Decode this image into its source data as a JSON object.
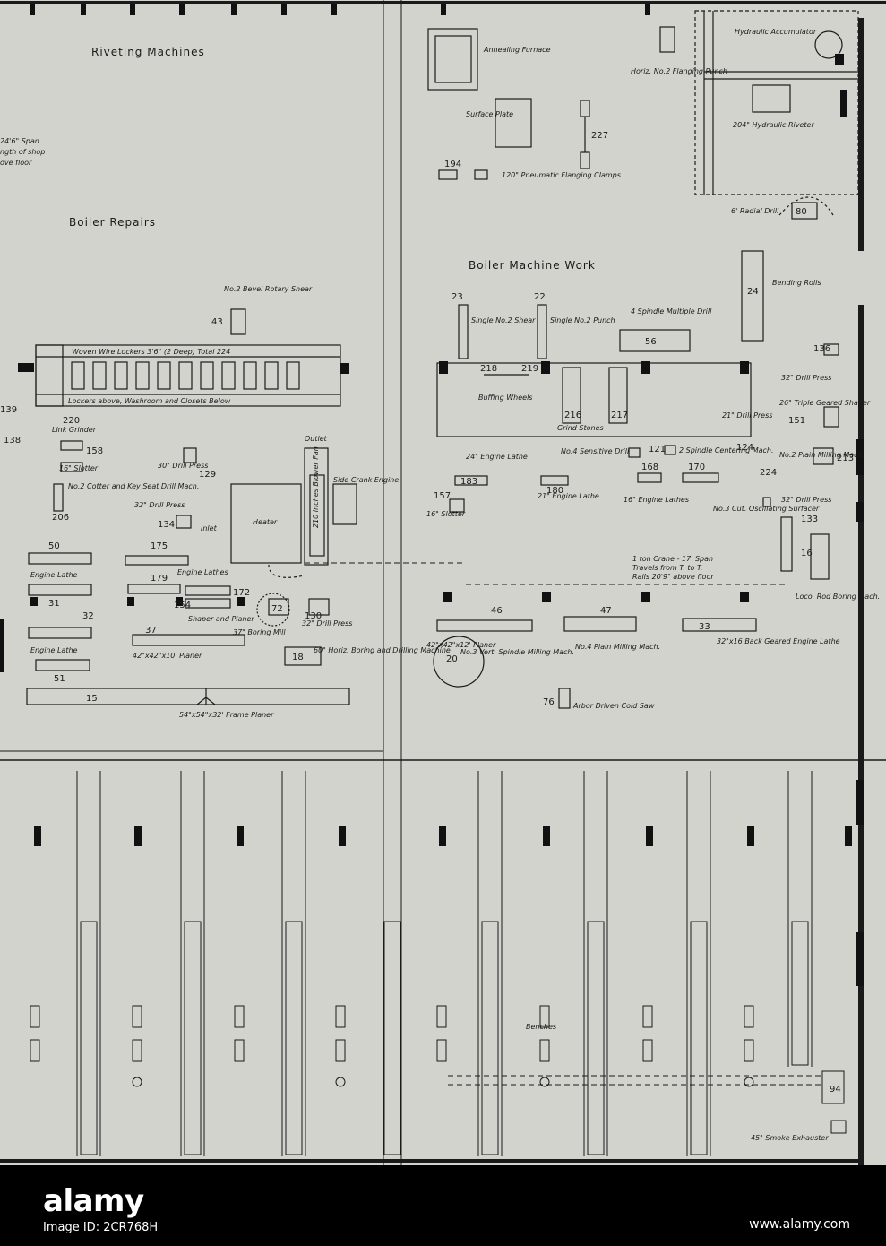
{
  "plan": {
    "areas": {
      "riveting": "Riveting Machines",
      "boiler_repairs": "Boiler Repairs",
      "boiler_machine_work": "Boiler Machine Work",
      "benches": "Benches"
    },
    "crane_left": [
      "24'6\" Span",
      "ngth of shop",
      "ove floor"
    ],
    "crane_right": [
      "1 ton Crane - 17' Span",
      "Travels from T. to T.",
      "Rails 20'9\" above floor"
    ],
    "lockers": [
      "Woven Wire Lockers 3'6\" (2 Deep) Total 224",
      "Lockers above, Washroom and Closets Below"
    ],
    "labels": {
      "shear": "No.2 Bevel Rotary Shear",
      "link_grinder": "Link Grinder",
      "slotter_16": "16\" Slotter",
      "cotter": "No.2 Cotter and Key Seat Drill Mach.",
      "drill_30": "30\" Drill Press",
      "drill_32a": "32\" Drill Press",
      "heater": "Heater",
      "inlet": "Inlet",
      "outlet": "Outlet",
      "blower": "210 Inches Blower Fan",
      "crank_engine": "Side Crank Engine",
      "engine_lathe": "Engine Lathe",
      "engine_lathes": "Engine Lathes",
      "shaper_planer": "Shaper and Planer",
      "boring_mill": "37\" Boring Mill",
      "drill_130": "32\" Drill Press",
      "planer_42_10": "42\"x42\"x10' Planer",
      "horiz_boring": "60\" Horiz. Boring and Drilling Machine",
      "frame_planer": "54\"x54\"x32' Frame Planer",
      "annealing": "Annealing Furnace",
      "surface_plate": "Surface Plate",
      "flanging_punch": "Horiz. No.2 Flanging Punch",
      "accumulator": "Hydraulic Accumulator",
      "riveter": "204\" Hydraulic Riveter",
      "radial_drill": "6' Radial Drill",
      "flanging_clamps": "120\" Pneumatic Flanging Clamps",
      "bending_rolls": "Bending Rolls",
      "single_shear": "Single No.2 Shear",
      "single_punch": "Single No.2 Punch",
      "multiple_drill": "4 Spindle Multiple Drill",
      "drill_32b": "32\" Drill Press",
      "triple_shaper": "26\" Triple Geared Shaper",
      "buffing": "Buffing Wheels",
      "grind": "Grind Stones",
      "engine_lathe_24": "24\" Engine Lathe",
      "sensitive_drill": "No.4 Sensitive Drill",
      "centering": "2 Spindle Centering Mach.",
      "drill_21": "21\" Drill Press",
      "milling_plain2": "No.2 Plain Milling Mach.",
      "slotter_157": "16\" Slotter",
      "engine_lathe_21": "21\" Engine Lathe",
      "engine_lathes_16": "16\" Engine Lathes",
      "oscillating": "No.3 Cut. Oscillating Surfacer",
      "drill_32c": "32\" Drill Press",
      "loco_rod": "Loco. Rod Boring Mach.",
      "planer_42_12": "42\"x42\"x12' Planer",
      "milling_plain4": "No.4 Plain Milling Mach.",
      "back_geared": "32\"x16 Back Geared Engine Lathe",
      "vert_milling": "No.3 Vert. Spindle Milling Mach.",
      "cold_saw": "Arbor Driven Cold Saw",
      "exhauster": "45\" Smoke Exhauster"
    },
    "machine_numbers": [
      "43",
      "220",
      "158",
      "206",
      "129",
      "134",
      "50",
      "175",
      "179",
      "172",
      "154",
      "31",
      "32",
      "37",
      "51",
      "72",
      "130",
      "18",
      "15",
      "194",
      "227",
      "80",
      "23",
      "22",
      "56",
      "24",
      "136",
      "218",
      "219",
      "216",
      "217",
      "121",
      "183",
      "180",
      "124",
      "151",
      "213",
      "168",
      "170",
      "224",
      "157",
      "133",
      "16",
      "46",
      "47",
      "33",
      "20",
      "76",
      "94",
      "139",
      "138"
    ]
  },
  "footer": {
    "brand": "alamy",
    "image_id": "Image ID: 2CR768H",
    "website": "www.alamy.com"
  }
}
